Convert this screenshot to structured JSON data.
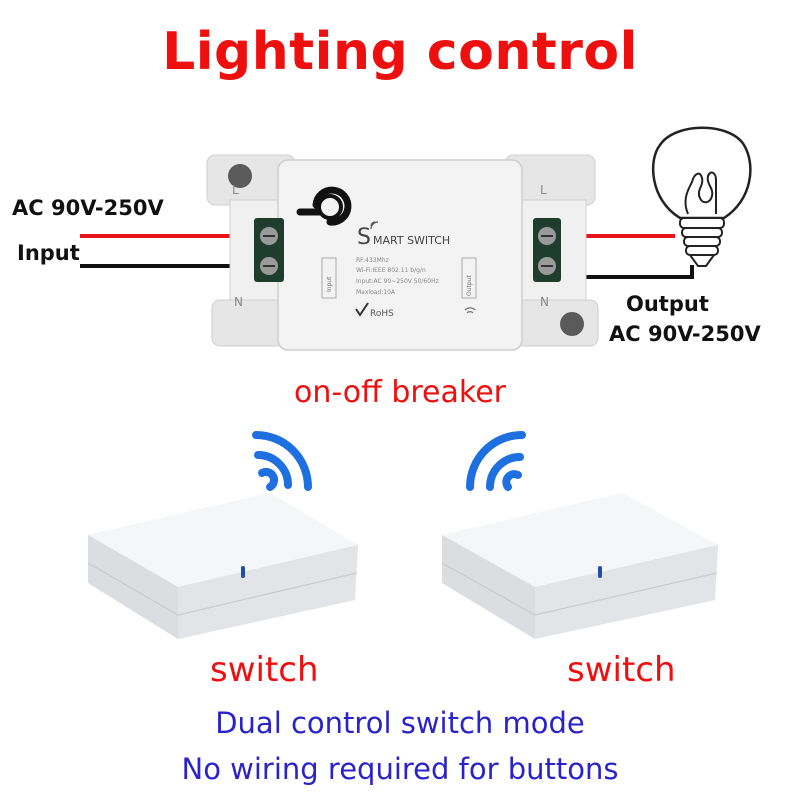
{
  "title": "Lighting control",
  "input_voltage": "AC 90V-250V",
  "input_label": "Input",
  "output_label": "Output",
  "output_voltage": "AC 90V-250V",
  "breaker": {
    "caption": "on-off breaker",
    "brand_s": "S",
    "brand_rest": "MART SWITCH",
    "spec_rf": "RF:433Mhz",
    "spec_wifi": "Wi-Fi:IEEE 802.11 b/g/n",
    "spec_input": "Input:AC 90~250V 50/60Hz",
    "spec_maxload": "Maxload:10A",
    "rohs": "RoHS",
    "left_port_label": "Input",
    "right_port_label": "Output",
    "terminal_L": "L",
    "terminal_N": "N"
  },
  "switches": [
    {
      "caption": "switch"
    },
    {
      "caption": "switch"
    }
  ],
  "footer": {
    "line1": "Dual control switch mode",
    "line2": "No wiring required for buttons"
  },
  "colors": {
    "title": "#ee0f0f",
    "footer": "#2a23c8",
    "signal_wave": "#1e6fe0",
    "live_wire": "#e8141b",
    "neutral_wire": "#111111"
  }
}
